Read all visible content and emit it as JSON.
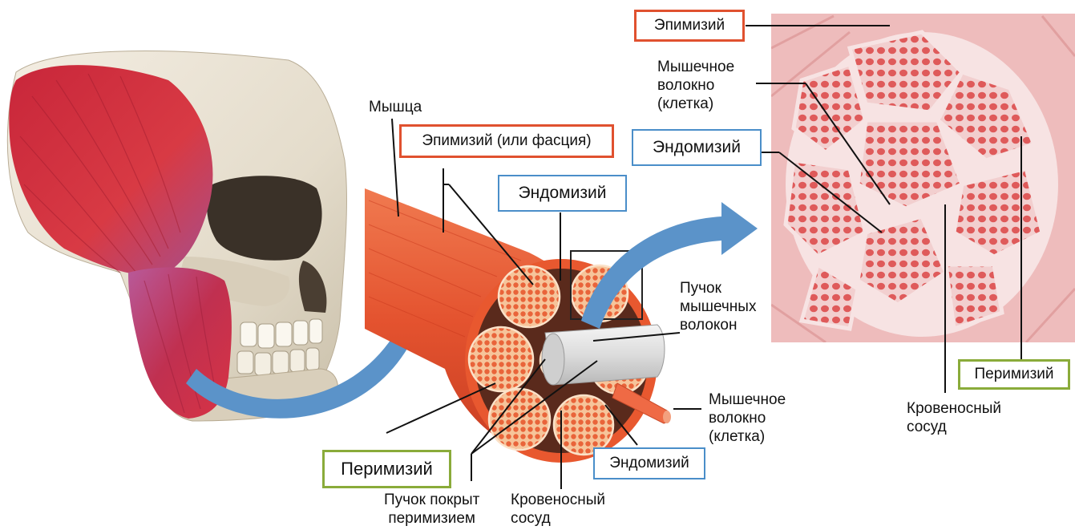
{
  "labels": {
    "muscle": "Мышца",
    "epimysium_fascia": "Эпимизий (или фасция)",
    "endomysium_top": "Эндомизий",
    "fascicle": [
      "Пучок",
      "мышечных",
      "волокон"
    ],
    "muscle_fiber_mid": [
      "Мышечное",
      "волокно",
      "(клетка)"
    ],
    "endomysium_bottom": "Эндомизий",
    "perimysium_left": "Перимизий",
    "fascicle_covered": [
      "Пучок покрыт",
      "перимизием"
    ],
    "blood_vessel_mid": [
      "Кровеносный",
      "сосуд"
    ],
    "epimysium_right": "Эпимизий",
    "muscle_fiber_right": [
      "Мышечное",
      "волокно",
      "(клетка)"
    ],
    "endomysium_right": "Эндомизий",
    "perimysium_right": "Перимизий",
    "blood_vessel_right": [
      "Кровеносный",
      "сосуд"
    ]
  },
  "colors": {
    "epimysium_box": "#e0512f",
    "endomysium_box": "#4a8ec9",
    "perimysium_box": "#8aab3a",
    "muscle_red": "#e8502f",
    "arrow_blue": "#5b93c9",
    "histology_pink": "#e8a6a6"
  },
  "icons": [
    "skull-with-masseter-illustration",
    "muscle-bundle-illustration",
    "histology-micrograph",
    "curved-arrow-icon"
  ]
}
